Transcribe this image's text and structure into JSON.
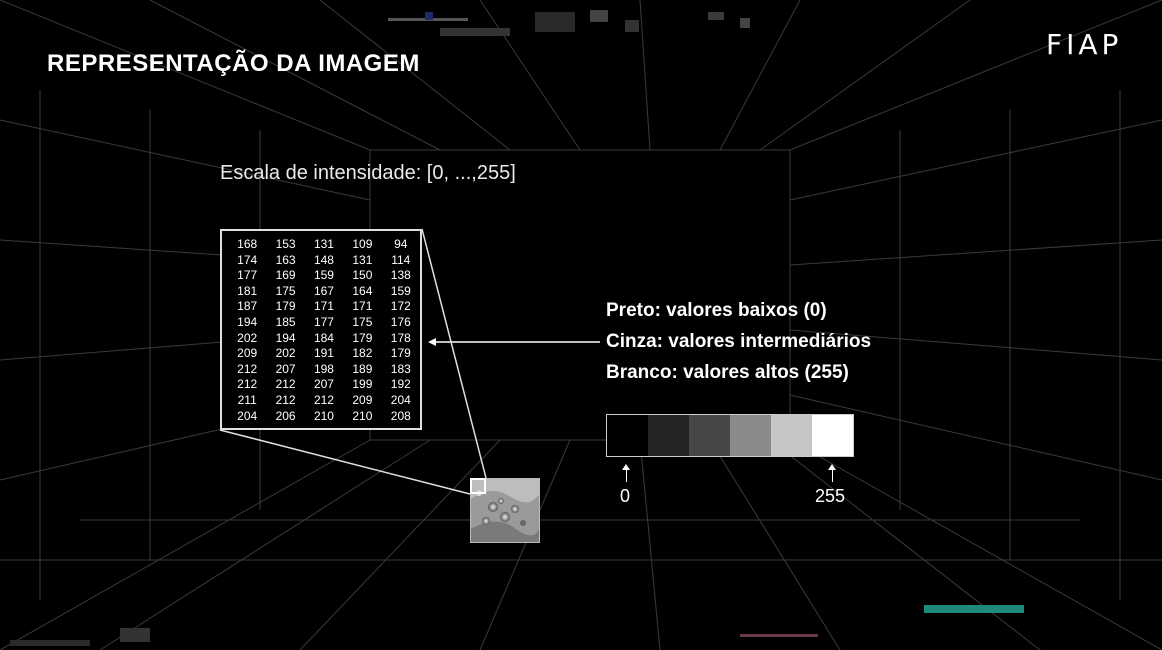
{
  "slide": {
    "title": "REPRESENTAÇÃO DA IMAGEM",
    "logo": "FIAP"
  },
  "intensity": {
    "heading": "Escala de intensidade: [0, ...,255]"
  },
  "matrix": {
    "rows": [
      [
        "168",
        "153",
        "131",
        "109",
        "94"
      ],
      [
        "174",
        "163",
        "148",
        "131",
        "114"
      ],
      [
        "177",
        "169",
        "159",
        "150",
        "138"
      ],
      [
        "181",
        "175",
        "167",
        "164",
        "159"
      ],
      [
        "187",
        "179",
        "171",
        "171",
        "172"
      ],
      [
        "194",
        "185",
        "177",
        "175",
        "176"
      ],
      [
        "202",
        "194",
        "184",
        "179",
        "178"
      ],
      [
        "209",
        "202",
        "191",
        "182",
        "179"
      ],
      [
        "212",
        "207",
        "198",
        "189",
        "183"
      ],
      [
        "212",
        "212",
        "207",
        "199",
        "192"
      ],
      [
        "211",
        "212",
        "212",
        "209",
        "204"
      ],
      [
        "204",
        "206",
        "210",
        "210",
        "208"
      ]
    ]
  },
  "legend": {
    "black": "Preto: valores baixos (0)",
    "gray": "Cinza: valores intermediários",
    "white": "Branco: valores altos (255)"
  },
  "grayscale_bar": {
    "colors": [
      "#000000",
      "#242424",
      "#474747",
      "#8a8a8a",
      "#c6c6c6",
      "#ffffff"
    ],
    "min_label": "0",
    "max_label": "255"
  },
  "colors": {
    "background": "#000000",
    "grid": "#3a3a3a",
    "text": "#ffffff",
    "accent_teal": "#1f8a7a"
  },
  "icons": {
    "arrow": "arrow-left-icon",
    "tick_arrow": "arrow-up-icon"
  }
}
